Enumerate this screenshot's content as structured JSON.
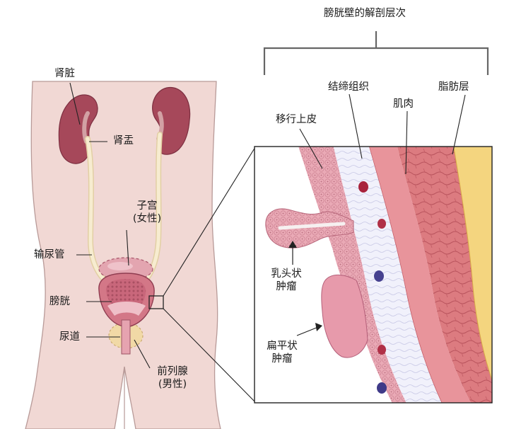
{
  "title": "膀胱壁的解剖层次",
  "labels": {
    "kidney": "肾脏",
    "renal_pelvis": "肾盂",
    "uterus": "子宫",
    "uterus_note": "(女性)",
    "ureter": "输尿管",
    "bladder": "膀胱",
    "urethra": "尿道",
    "prostate": "前列腺",
    "prostate_note": "(男性)",
    "connective_tissue": "结缔组织",
    "muscle": "肌肉",
    "fat_layer": "脂肪层",
    "transitional_epithelium": "移行上皮",
    "papillary_tumor_l1": "乳头状",
    "papillary_tumor_l2": "肿瘤",
    "squamous_tumor_l1": "扁平状",
    "squamous_tumor_l2": "肿瘤"
  },
  "colors": {
    "body": "#f1d8d4",
    "body_outline": "#b89a98",
    "kidney": "#a44a5c",
    "ureter": "#f3e6c2",
    "bladder": "#d9808c",
    "epithelium": "#e9a9b6",
    "connective": "#eef0fb",
    "muscle": "#d9737a",
    "fat": "#f3d27a"
  }
}
